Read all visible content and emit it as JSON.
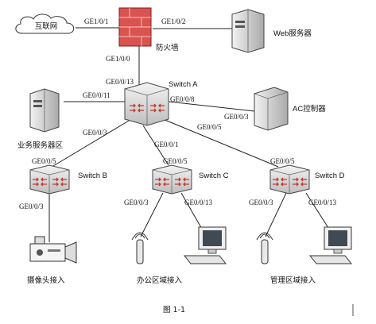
{
  "nodes": {
    "internet": "互联网",
    "firewall": "防火墙",
    "web_server": "Web服务器",
    "switch_a": "Switch A",
    "ac_controller": "AC控制器",
    "business_servers": "业务服务器区",
    "switch_b": "Switch B",
    "switch_c": "Switch C",
    "switch_d": "Switch D",
    "camera_access": "摄像头接入",
    "office_access": "办公区域接入",
    "mgmt_access": "管理区域接入"
  },
  "ports": {
    "fw_internet": "GE1/0/1",
    "fw_web": "GE1/0/2",
    "fw_down": "GE1/0/0",
    "a_up": "GE0/0/13",
    "a_servers": "GE0/0/11",
    "a_ac_near": "GE0/0/8",
    "a_ac_far": "GE0/0/3",
    "a_b_near": "GE0/0/3",
    "a_c_near": "GE0/0/1",
    "a_d_near": "GE0/0/5",
    "b_up": "GE0/0/5",
    "b_down": "GE0/0/3",
    "c_up": "GE0/0/5",
    "c_left": "GE0/0/3",
    "c_right": "GE0/0/13",
    "d_up": "GE0/0/5",
    "d_left": "GE0/0/3",
    "d_right": "GE0/0/13"
  },
  "caption": "图 1-1",
  "colors": {
    "firewall": "#d9534f",
    "device": "#e8e8e8",
    "switch_arrow": "#c0392b"
  }
}
